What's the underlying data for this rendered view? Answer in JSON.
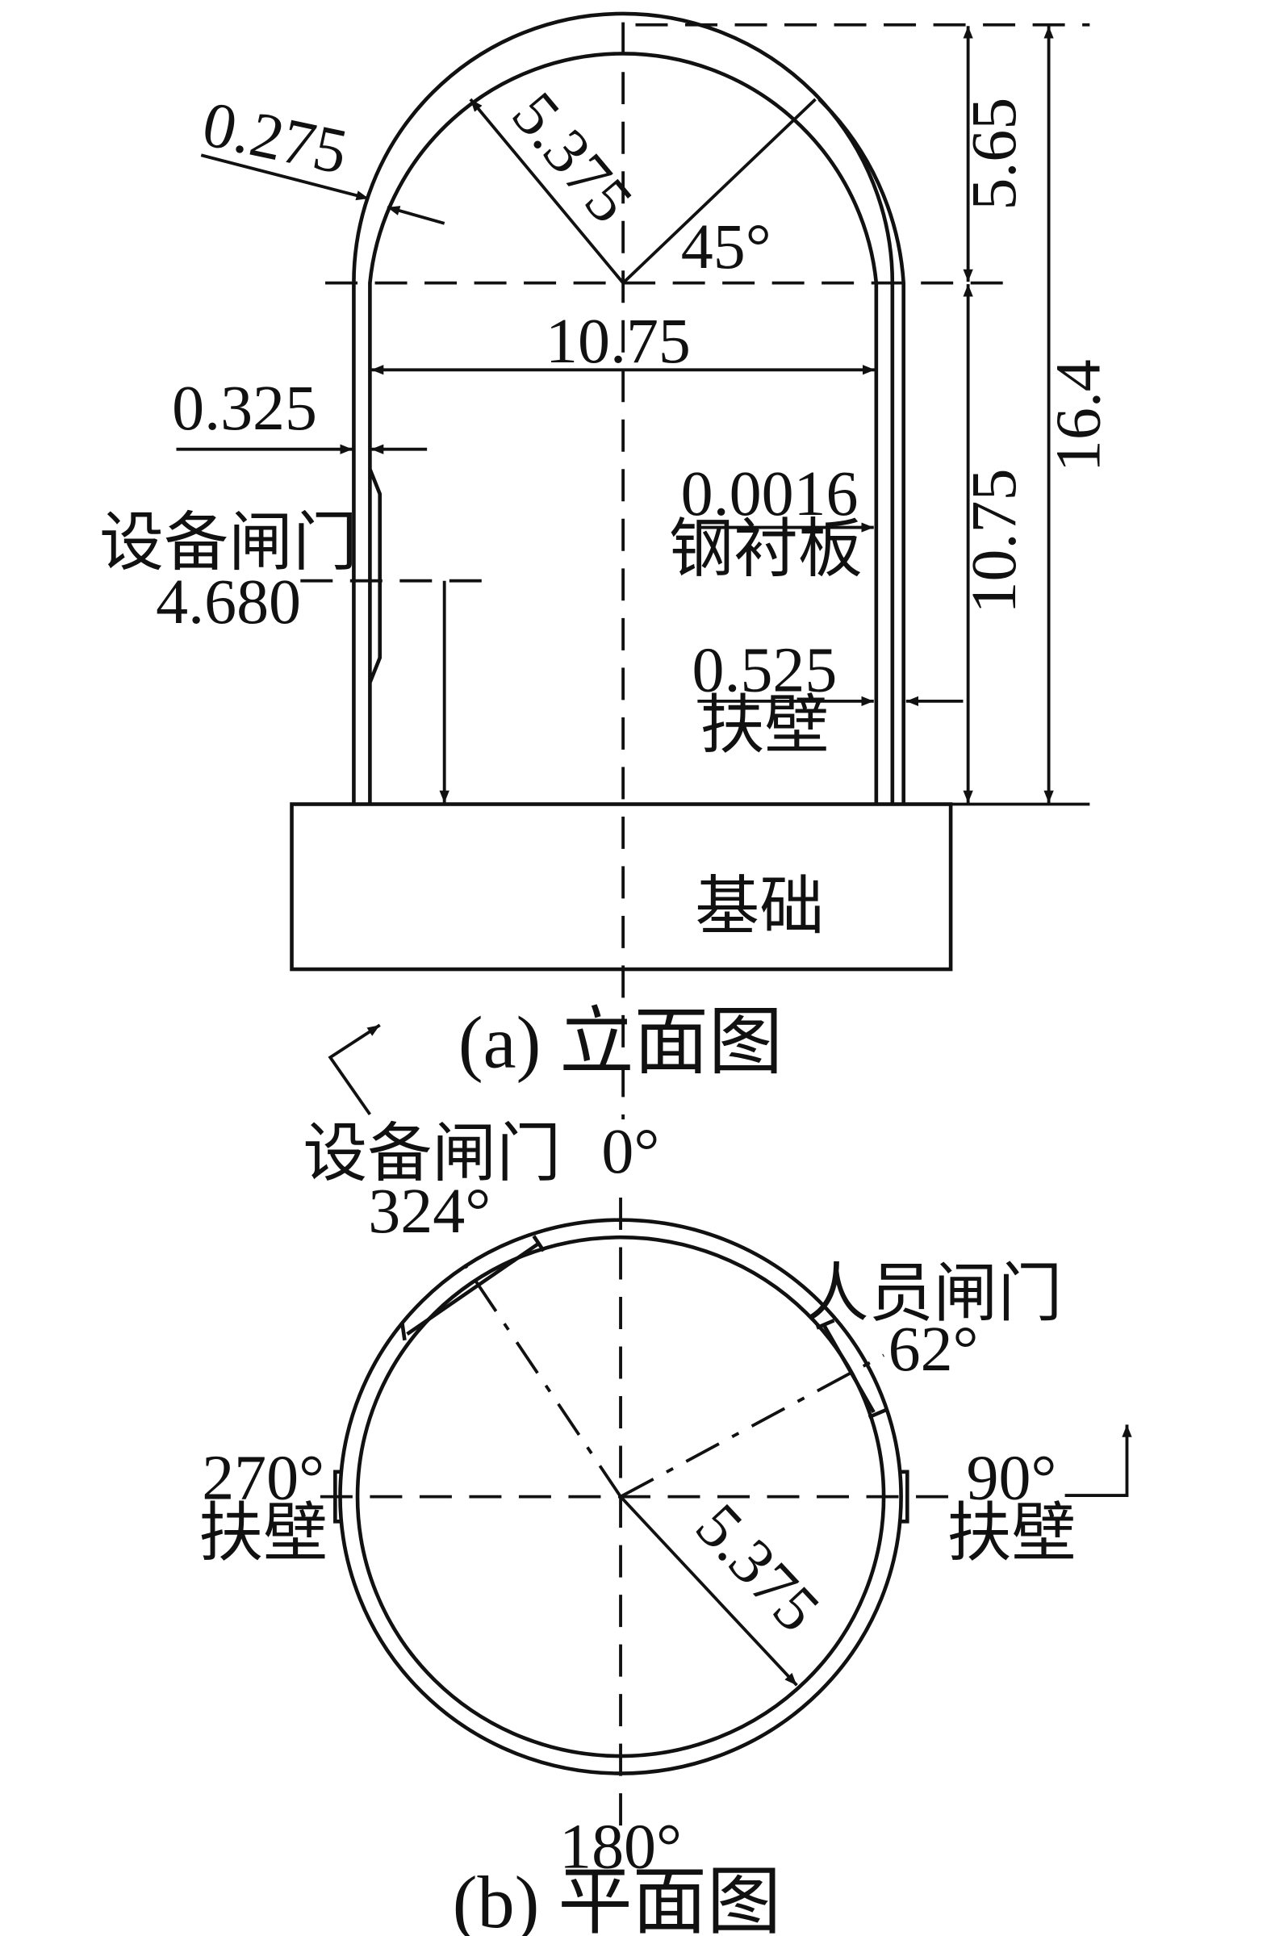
{
  "elevation": {
    "dims": {
      "dome_thickness": "0.275",
      "dome_radius": "5.375",
      "angle": "45°",
      "inner_diameter": "10.75",
      "wall_thickness": "0.325",
      "liner_value": "0.0016",
      "liner_label": "钢衬板",
      "buttress_value": "0.525",
      "buttress_label": "扶壁",
      "equip_hatch_label": "设备闸门",
      "equip_hatch_value": "4.680",
      "dome_height": "5.65",
      "cyl_height": "10.75",
      "total_height": "16.4"
    },
    "foundation_label": "基础",
    "caption": "(a) 立面图"
  },
  "plan": {
    "labels": {
      "equip_hatch_label": "设备闸门",
      "equip_hatch_angle": "324°",
      "top_angle": "0°",
      "personnel_hatch_label": "人员闸门",
      "personnel_hatch_angle": "62°",
      "left_angle": "270°",
      "left_buttress": "扶壁",
      "right_angle": "90°",
      "right_buttress": "扶壁",
      "radius": "5.375",
      "bottom_angle": "180°"
    },
    "caption": "(b) 平面图"
  }
}
